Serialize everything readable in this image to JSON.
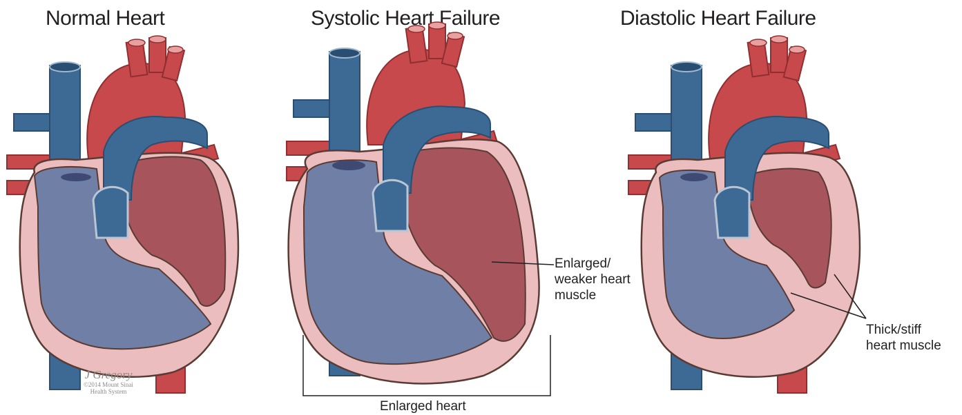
{
  "titles": {
    "normal": "Normal Heart",
    "systolic": "Systolic Heart Failure",
    "diastolic": "Diastolic Heart Failure"
  },
  "labels": {
    "enlarged_weak_line1": "Enlarged/",
    "enlarged_weak_line2": "weaker heart",
    "enlarged_weak_line3": "muscle",
    "enlarged_heart": "Enlarged heart",
    "thick_line1": "Thick/stiff",
    "thick_line2": "heart muscle"
  },
  "signature": {
    "name": "J Gregory",
    "copyright_line1": "©2014 Mount Sinai",
    "copyright_line2": "Health System"
  },
  "colors": {
    "vein_blue": "#3d6a95",
    "artery_red": "#c8494b",
    "muscle_pink": "#ebbdbe",
    "chamber_blue": "#6f7fa6",
    "chamber_red": "#a8545c",
    "outline": "#5a3b33"
  }
}
